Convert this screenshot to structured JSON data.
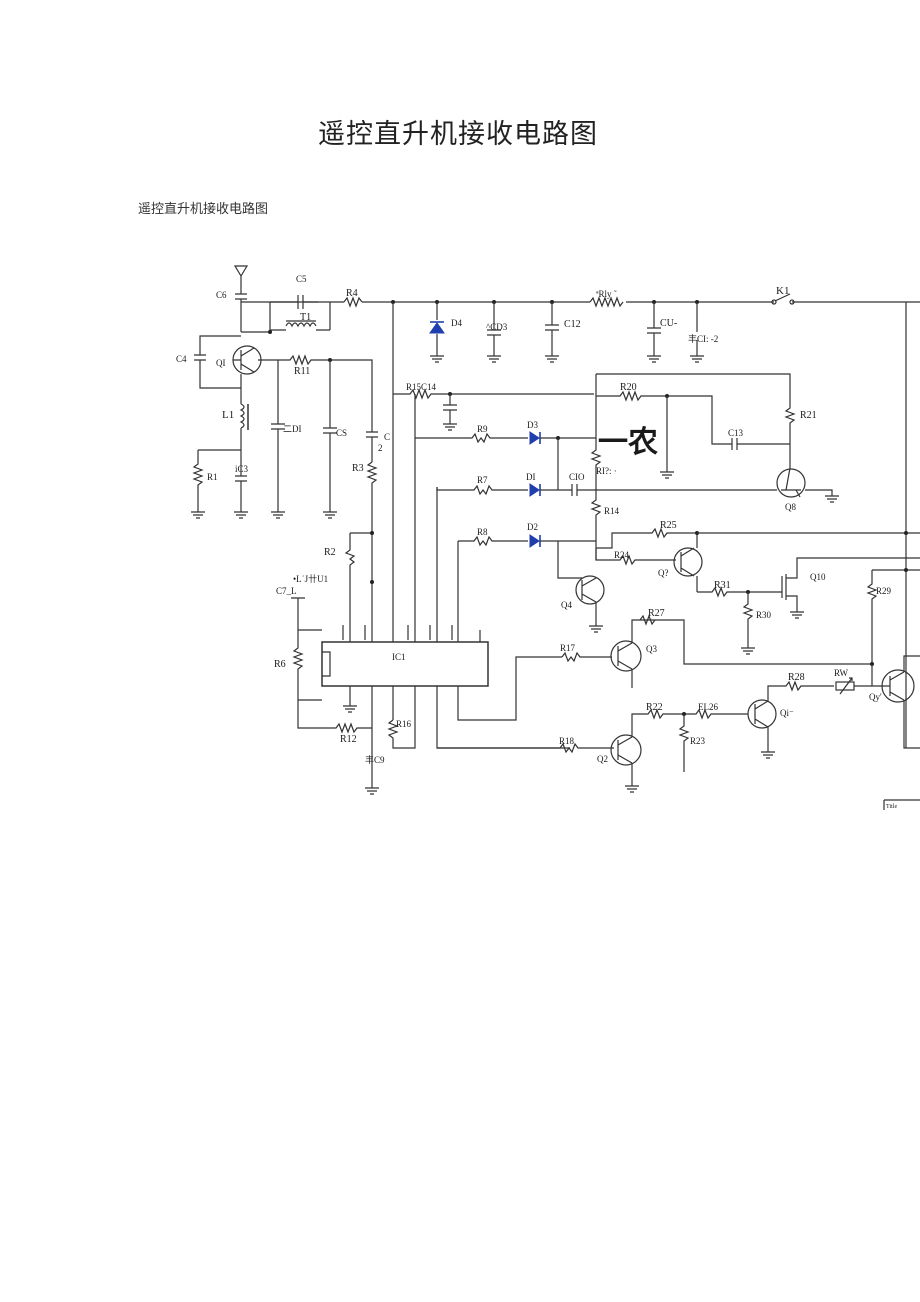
{
  "document": {
    "title": "遥控直升机接收电路图",
    "subtitle": "遥控直升机接收电路图"
  },
  "schematic": {
    "labels": {
      "C6": "C6",
      "C5": "C5",
      "R4": "R4",
      "T1": "T1",
      "C4": "C4",
      "Q1": "QI",
      "R11": "R11",
      "L1": "L1",
      "D1_left": "二DI",
      "CS": "CS",
      "C2_a": "C",
      "C2_b": "2",
      "R1": "R1",
      "iC3": "iC3",
      "R3": "R3",
      "R2": "R2",
      "U1": "•L˙J卄U1",
      "C7": "C7_L",
      "R6": "R6",
      "IC1": "IC1",
      "R12": "R12",
      "R16": "R16",
      "C9": "丰C9",
      "D4": "D4",
      "CD3": "^CD3",
      "C12": "C12",
      "Rly": "ªRly ˜",
      "CU": "CU-",
      "CI2": "丰CI: -2",
      "K1": "K1",
      "R15C14": "R15C14",
      "R20": "R20",
      "R21": "R21",
      "C13": "C13",
      "Q8": "Q8",
      "R9": "R9",
      "D3": "D3",
      "R7": "R7",
      "DI": "DI",
      "CIO": "CIO",
      "RI": "RI?: ·",
      "nong": "一农",
      "R14": "R14",
      "R8": "R8",
      "D2": "D2",
      "R25": "R25",
      "R24": "R24",
      "Q7a": "Q?",
      "R31": "R31",
      "Q10": "Q10",
      "R30": "R30",
      "Q4": "Q4",
      "R27": "R27",
      "R17": "R17",
      "Q3": "Q3",
      "R29": "R29",
      "R22": "R22",
      "EL26": "EL26",
      "R28": "R28",
      "RW": "RW",
      "Q7b": "Qy'",
      "Qi": "Qi⁻",
      "R23": "R23",
      "R18": "R18",
      "Q2": "Q2",
      "Title": "Title"
    }
  },
  "colors": {
    "component_blue": "#1f3fae",
    "wire": "#333333"
  }
}
